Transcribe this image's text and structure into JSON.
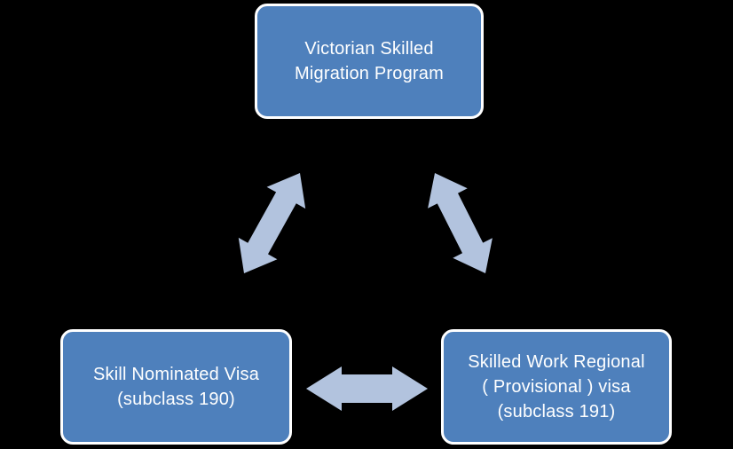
{
  "colors": {
    "background": "#000000",
    "node_fill": "#4E80BC",
    "node_border": "#FFFFFF",
    "node_text": "#FFFFFF",
    "arrow_fill": "#B2C3DE"
  },
  "diagram": {
    "nodes": {
      "top": {
        "lines": [
          "Victorian Skilled",
          "Migration Program"
        ]
      },
      "bottom_left": {
        "lines": [
          "Skill Nominated Visa",
          "(subclass 190)"
        ]
      },
      "bottom_right": {
        "lines": [
          "Skilled Work Regional",
          "( Provisional ) visa",
          "(subclass 191)"
        ]
      }
    },
    "connectors": [
      {
        "between": "top and bottom-left",
        "type": "double-headed-arrow"
      },
      {
        "between": "top and bottom-right",
        "type": "double-headed-arrow"
      },
      {
        "between": "bottom-left and bottom-right",
        "type": "double-headed-arrow"
      }
    ]
  }
}
